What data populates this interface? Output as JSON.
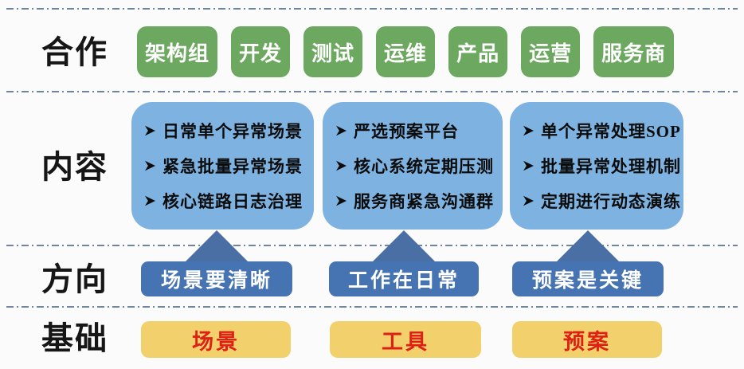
{
  "colors": {
    "background": "#fbfbfc",
    "team_green": "#6CA85F",
    "content_blue": "#7EB2E0",
    "direction_blue": "#4673B2",
    "triangle_blue": "#4A6FA5",
    "foundation_yellow": "#F2D16D",
    "foundation_text_red": "#DF2015",
    "separator_line": "#54708e",
    "text_black": "#161616",
    "box_text_white": "#ffffff"
  },
  "icons": {
    "bullet": "arrow-right-bullet",
    "connector": "up-triangle"
  },
  "rows": {
    "cooperation": {
      "label": "合作",
      "teams": [
        "架构组",
        "开发",
        "测试",
        "运维",
        "产品",
        "运营",
        "服务商"
      ]
    },
    "content": {
      "label": "内容",
      "boxes": [
        {
          "items": [
            "日常单个异常场景",
            "紧急批量异常场景",
            "核心链路日志治理"
          ]
        },
        {
          "items": [
            "严选预案平台",
            "核心系统定期压测",
            "服务商紧急沟通群"
          ]
        },
        {
          "items": [
            "单个异常处理SOP",
            "批量异常处理机制",
            "定期进行动态演练"
          ]
        }
      ]
    },
    "direction": {
      "label": "方向",
      "items": [
        "场景要清晰",
        "工作在日常",
        "预案是关键"
      ]
    },
    "foundation": {
      "label": "基础",
      "items": [
        "场景",
        "工具",
        "预案"
      ]
    }
  }
}
